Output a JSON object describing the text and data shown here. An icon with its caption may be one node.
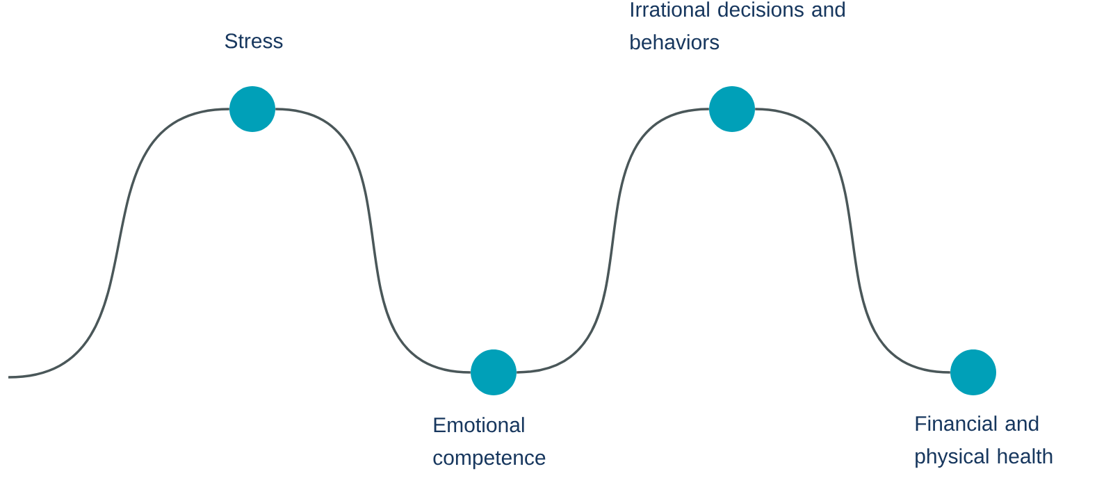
{
  "diagram": {
    "nodes": [
      {
        "text": [],
        "shape": "circle",
        "beside": [
          "Stress"
        ]
      },
      {
        "text": [],
        "shape": "circle",
        "beside": [
          "Emotional competence"
        ]
      },
      {
        "text": [],
        "shape": "circle",
        "beside": [
          "Irrational decisions and behaviors"
        ]
      },
      {
        "text": [],
        "shape": "circle",
        "beside": [
          "Financial and physical health"
        ]
      }
    ],
    "edges": [
      {
        "from": null,
        "to": 0,
        "arrow": "none"
      },
      {
        "from": 0,
        "to": 1,
        "arrow": "none"
      },
      {
        "from": 1,
        "to": 2,
        "arrow": "none"
      },
      {
        "from": 2,
        "to": 3,
        "arrow": "none"
      }
    ]
  }
}
